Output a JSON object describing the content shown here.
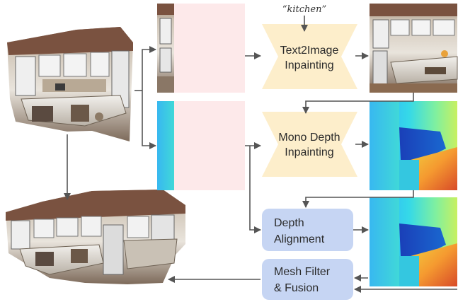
{
  "prompt_label": "“kitchen”",
  "blocks": {
    "text2image": [
      "Text2Image",
      "Inpainting"
    ],
    "mono_depth": [
      "Mono Depth",
      "Inpainting"
    ],
    "depth_alignment": [
      "Depth",
      "Alignment"
    ],
    "mesh_filter": [
      "Mesh Filter",
      "& Fusion"
    ]
  },
  "colors": {
    "hourglass_fill": "#fdeecb",
    "process_box_fill": "#c6d5f3",
    "masked_region": "#fde9ea",
    "arrow": "#555555"
  },
  "icons": {
    "input_view": "kitchen-photo-warped",
    "output_mesh": "kitchen-mesh-fused",
    "rgb_results": "kitchen-photo",
    "depth_maps": "depth-map-colormap"
  }
}
